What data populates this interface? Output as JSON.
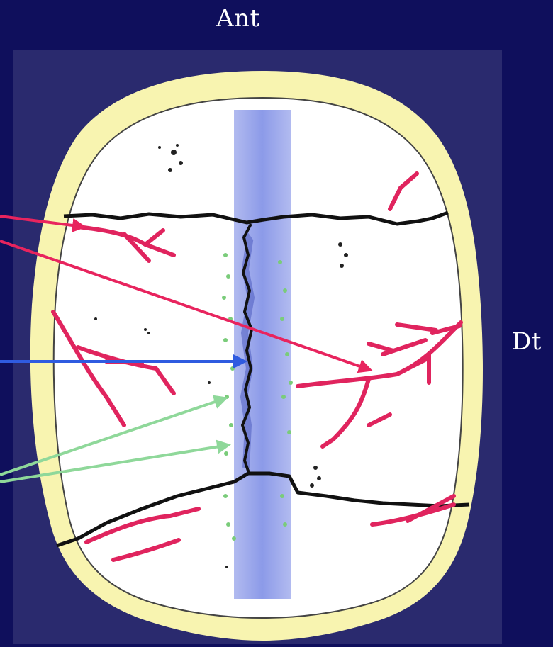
{
  "labels": {
    "anterior": "Ant",
    "right": "Dt"
  },
  "colors": {
    "background": "#0f0f5c",
    "inner_panel": "#2a2a6e",
    "skull_outer": "#f8f4b0",
    "skull_inner": "#ffffff",
    "sagittal_band": "#8c9ae8",
    "sutures": "#111111",
    "vessels": "#e0245e",
    "pointer_red": "#e8245e",
    "pointer_blue": "#2f5be0",
    "pointer_green": "#8fd89a",
    "granulations": "#7acc7a"
  },
  "icons": {
    "pointers": [
      "arrow-red",
      "arrow-blue",
      "arrow-green"
    ]
  }
}
